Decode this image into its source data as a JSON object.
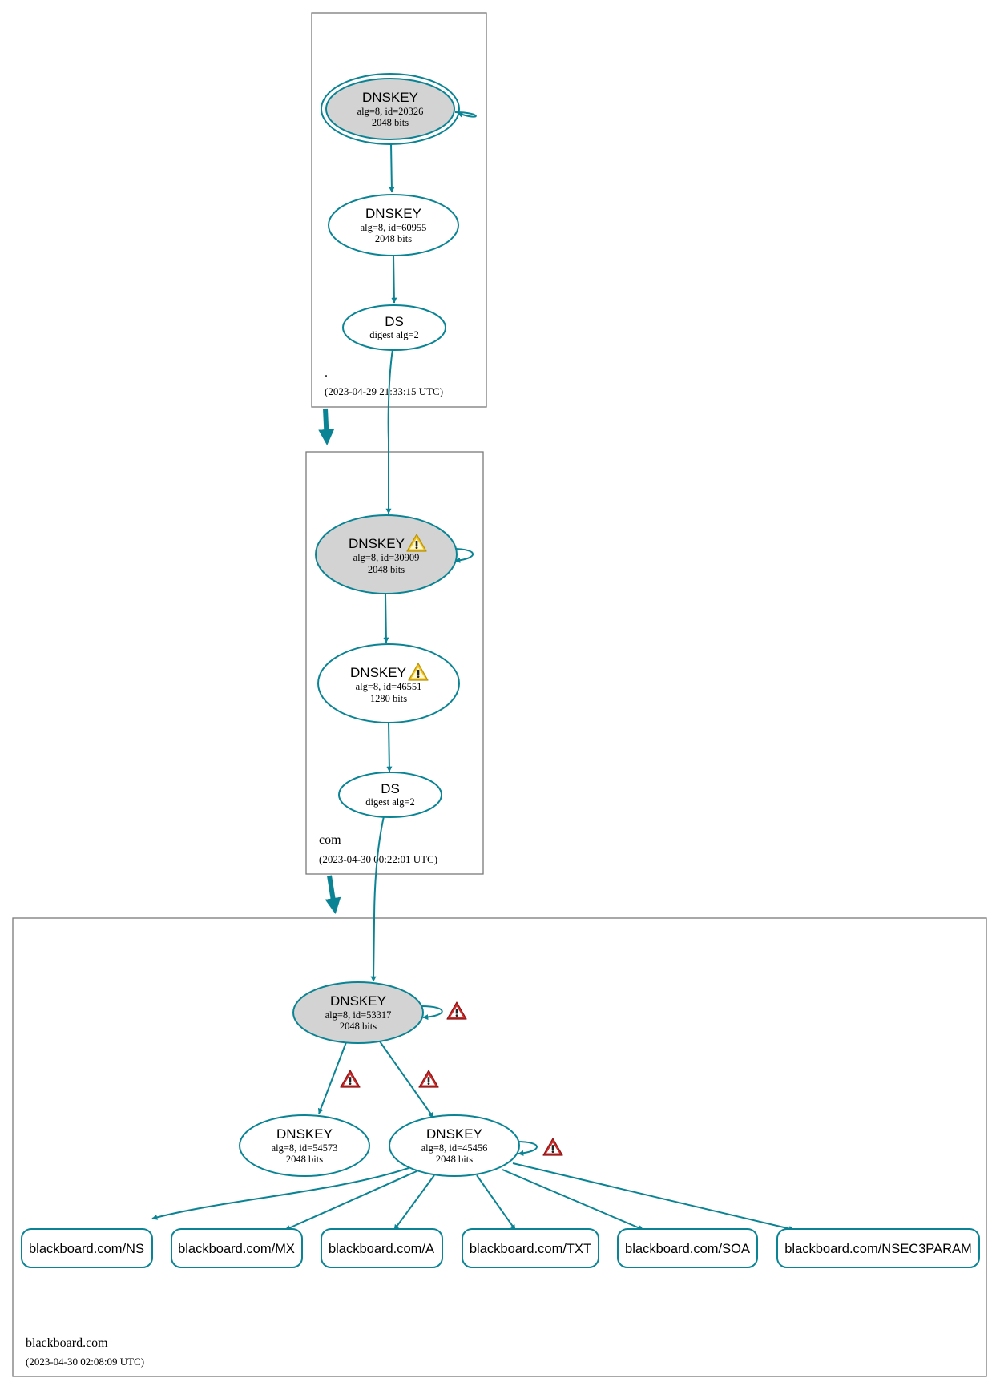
{
  "colors": {
    "edge": "#0a8494",
    "sep_fill": "#d3d3d3",
    "warning": "#f0c020",
    "error": "#cc2a2a"
  },
  "zones": {
    "root": {
      "name": ".",
      "timestamp": "(2023-04-29 21:33:15 UTC)"
    },
    "com": {
      "name": "com",
      "timestamp": "(2023-04-30 00:22:01 UTC)"
    },
    "blackboard": {
      "name": "blackboard.com",
      "timestamp": "(2023-04-30 02:08:09 UTC)"
    }
  },
  "nodes": {
    "root_ksk": {
      "title": "DNSKEY",
      "line1": "alg=8, id=20326",
      "line2": "2048 bits",
      "icon": "none"
    },
    "root_zsk": {
      "title": "DNSKEY",
      "line1": "alg=8, id=60955",
      "line2": "2048 bits",
      "icon": "none"
    },
    "root_ds": {
      "title": "DS",
      "line1": "digest alg=2"
    },
    "com_ksk": {
      "title": "DNSKEY",
      "line1": "alg=8, id=30909",
      "line2": "2048 bits",
      "icon": "warning-icon"
    },
    "com_zsk": {
      "title": "DNSKEY",
      "line1": "alg=8, id=46551",
      "line2": "1280 bits",
      "icon": "warning-icon"
    },
    "com_ds": {
      "title": "DS",
      "line1": "digest alg=2"
    },
    "bb_ksk": {
      "title": "DNSKEY",
      "line1": "alg=8, id=53317",
      "line2": "2048 bits",
      "icon": "error-icon"
    },
    "bb_zsk1": {
      "title": "DNSKEY",
      "line1": "alg=8, id=54573",
      "line2": "2048 bits"
    },
    "bb_zsk2": {
      "title": "DNSKEY",
      "line1": "alg=8, id=45456",
      "line2": "2048 bits",
      "icon": "error-icon"
    }
  },
  "rrsets": [
    "blackboard.com/NS",
    "blackboard.com/MX",
    "blackboard.com/A",
    "blackboard.com/TXT",
    "blackboard.com/SOA",
    "blackboard.com/NSEC3PARAM"
  ]
}
